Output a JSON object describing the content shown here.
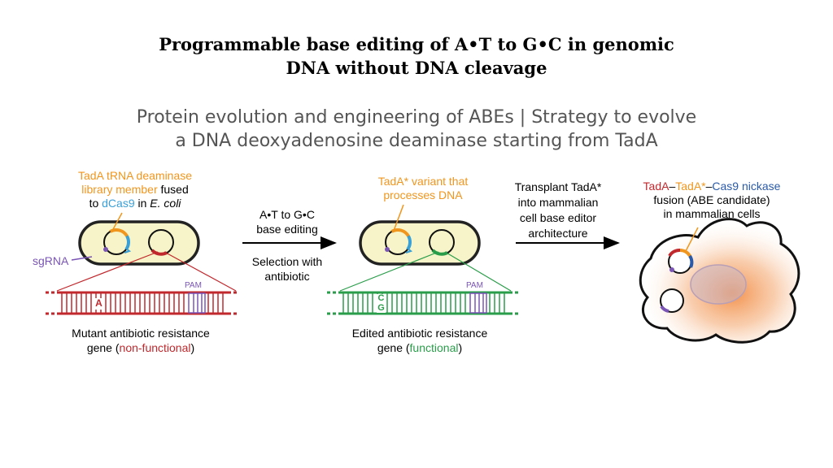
{
  "title_line1": "Programmable base editing of A•T to G•C in genomic",
  "title_line2": "DNA without DNA cleavage",
  "subtitle_line1": "Protein evolution and engineering of ABEs | Strategy to evolve",
  "subtitle_line2": "a DNA deoxyadenosine deaminase starting from TadA",
  "left": {
    "lib1": "TadA tRNA deaminase",
    "lib2": "library member",
    "fused": " fused",
    "to": "to ",
    "dcas9": "dCas9",
    "in": " in ",
    "ecoli": "E. coli",
    "sgrna": "sgRNA",
    "pam": "PAM",
    "base_a": "A",
    "gene1": "Mutant antibiotic resistance",
    "gene2a": "gene (",
    "gene2b": "non-functional",
    "gene2c": ")"
  },
  "arrow1": {
    "line1": "A•T to G•C",
    "line2": "base editing",
    "line3": "Selection with",
    "line4": "antibiotic"
  },
  "middle": {
    "variant1": "TadA* variant that",
    "variant2": "processes DNA",
    "pam": "PAM",
    "base_c": "C",
    "base_g": "G",
    "gene1": "Edited antibiotic resistance",
    "gene2a": "gene (",
    "gene2b": "functional",
    "gene2c": ")"
  },
  "arrow2": {
    "line1": "Transplant TadA*",
    "line2": "into mammalian",
    "line3": "cell base editor",
    "line4": "architecture"
  },
  "right": {
    "tada": "TadA",
    "dash1": "–",
    "tadastar": "TadA*",
    "dash2": "–",
    "cas9": "Cas9 nickase",
    "line2": "fusion (ABE candidate)",
    "line3": "in mammalian cells"
  },
  "colors": {
    "orange": "#f0961e",
    "blue": "#3aa0d8",
    "red": "#c0282d",
    "green": "#2a9d4a",
    "purple": "#7a55b5",
    "navy": "#2a5aa8",
    "cell_fill": "#f6f4c8"
  }
}
